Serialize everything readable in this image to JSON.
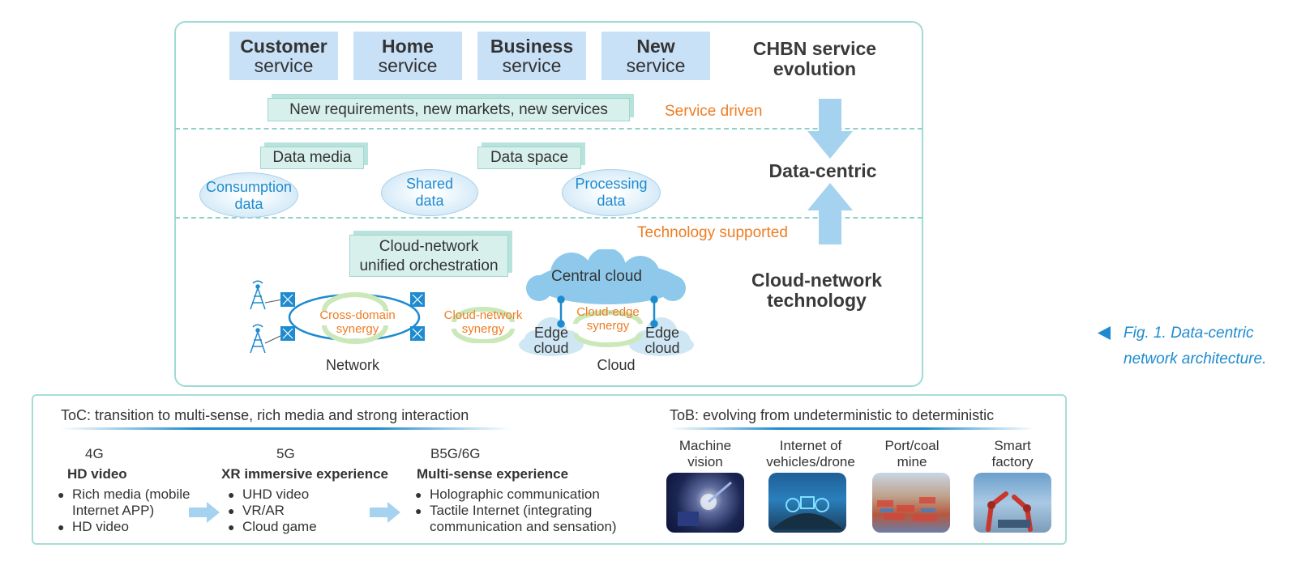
{
  "services": [
    {
      "bold": "Customer",
      "normal": "service"
    },
    {
      "bold": "Home",
      "normal": "service"
    },
    {
      "bold": "Business",
      "normal": "service"
    },
    {
      "bold": "New",
      "normal": "service"
    }
  ],
  "chbn_title": [
    "CHBN service",
    "evolution"
  ],
  "requirements_box": "New requirements, new markets, new services",
  "service_driven": "Service driven",
  "data_media": "Data media",
  "data_space": "Data space",
  "ellipses": [
    [
      "Consumption",
      "data"
    ],
    [
      "Shared",
      "data"
    ],
    [
      "Processing",
      "data"
    ]
  ],
  "data_centric": "Data-centric",
  "technology_supported": "Technology supported",
  "orchestration": [
    "Cloud-network",
    "unified orchestration"
  ],
  "central_cloud": "Central cloud",
  "edge_cloud": [
    "Edge",
    "cloud"
  ],
  "cross_domain": [
    "Cross-domain",
    "synergy"
  ],
  "cloud_network_synergy": [
    "Cloud-network",
    "synergy"
  ],
  "cloud_edge_synergy": [
    "Cloud-edge",
    "synergy"
  ],
  "network_label": "Network",
  "cloud_label": "Cloud",
  "cloud_network_tech": [
    "Cloud-network",
    "technology"
  ],
  "caption": [
    "Fig. 1. Data-centric",
    "network architecture."
  ],
  "toc_title": "ToC: transition to multi-sense, rich media and strong interaction",
  "tob_title": "ToB: evolving from undeterministic to deterministic",
  "generations": [
    {
      "gen": "4G",
      "title": "HD video",
      "items": [
        "Rich media (mobile Internet APP)",
        "HD video"
      ]
    },
    {
      "gen": "5G",
      "title": "XR immersive experience",
      "items": [
        "UHD video",
        "VR/AR",
        "Cloud game"
      ]
    },
    {
      "gen": "B5G/6G",
      "title": "Multi-sense experience",
      "items": [
        "Holographic communication",
        "Tactile Internet (integrating communication and sensation)"
      ]
    }
  ],
  "tob_items": [
    [
      "Machine",
      "vision"
    ],
    [
      "Internet of",
      "vehicles/drone"
    ],
    [
      "Port/coal",
      "mine"
    ],
    [
      "Smart",
      "factory"
    ]
  ]
}
